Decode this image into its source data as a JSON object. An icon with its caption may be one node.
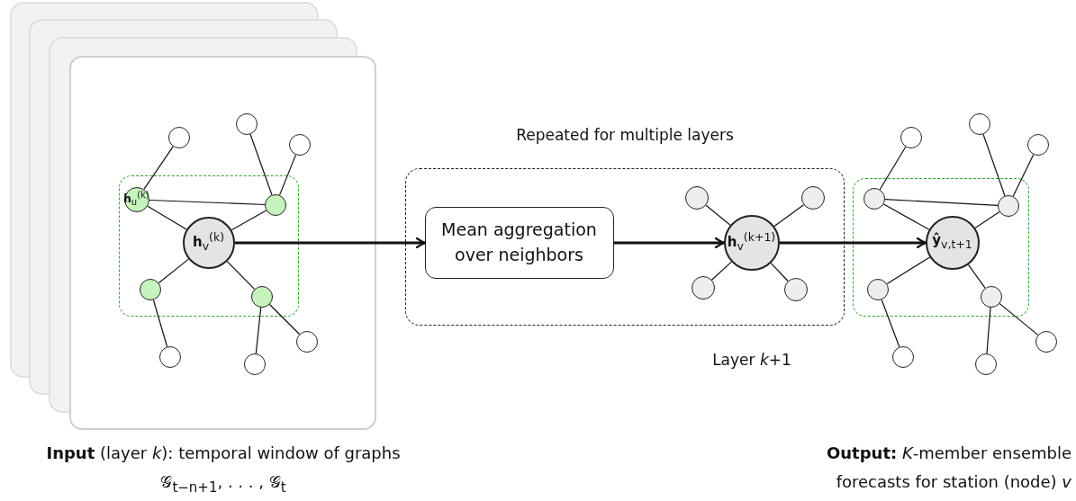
{
  "diagram": {
    "nodes": [
      {
        "text": [],
        "shape": "box",
        "beside": [
          "**Input** (layer *k*): temporal window of graphs 𝒢$_{t−n+1}$, . . . , 𝒢$_{t}$"
        ]
      },
      {
        "text": [],
        "shape": "box",
        "in": 0
      },
      {
        "text": [],
        "shape": "circle",
        "in": 0
      },
      {
        "text": [],
        "shape": "circle",
        "in": 0
      },
      {
        "text": [],
        "shape": "circle",
        "in": 0
      },
      {
        "text": [
          "**h**$_{u}$$^{(k)}$"
        ],
        "in": 1
      },
      {
        "text": [],
        "shape": "circle",
        "in": 1
      },
      {
        "text": [
          "**h**$_{v}$$^{(k)}$"
        ],
        "in": 1
      },
      {
        "text": [],
        "shape": "circle",
        "in": 1
      },
      {
        "text": [],
        "shape": "circle",
        "in": 1
      },
      {
        "text": [],
        "shape": "circle",
        "in": 0
      },
      {
        "text": [],
        "shape": "circle",
        "in": 0
      },
      {
        "text": [],
        "shape": "circle",
        "in": 0
      },
      {
        "text": [
          "Repeated for multiple layers"
        ],
        "beside": [
          "Layer *k*+1"
        ]
      },
      {
        "text": [
          "Mean aggregation over neighbors"
        ],
        "in": 13
      },
      {
        "text": [],
        "shape": "circle",
        "in": 13
      },
      {
        "text": [],
        "shape": "circle",
        "in": 13
      },
      {
        "text": [
          "**h**$_{v}$$^{(k+1)}$"
        ],
        "in": 13
      },
      {
        "text": [],
        "shape": "circle",
        "in": 13
      },
      {
        "text": [],
        "shape": "circle",
        "in": 13
      },
      {
        "text": [],
        "shape": "box"
      },
      {
        "text": [],
        "shape": "circle"
      },
      {
        "text": [],
        "shape": "circle"
      },
      {
        "text": [],
        "shape": "circle"
      },
      {
        "text": [],
        "shape": "circle",
        "in": 20
      },
      {
        "text": [],
        "shape": "circle",
        "in": 20
      },
      {
        "text": [
          "**ŷ**$_{v,t+1}$"
        ],
        "in": 20
      },
      {
        "text": [],
        "shape": "circle",
        "in": 20
      },
      {
        "text": [],
        "shape": "circle",
        "in": 20
      },
      {
        "text": [],
        "shape": "circle"
      },
      {
        "text": [],
        "shape": "circle"
      },
      {
        "text": [],
        "shape": "circle"
      }
    ],
    "edges": [
      {
        "from": 7,
        "to": 5,
        "arrow": "none"
      },
      {
        "from": 7,
        "to": 6,
        "arrow": "none"
      },
      {
        "from": 7,
        "to": 8,
        "arrow": "none"
      },
      {
        "from": 7,
        "to": 9,
        "arrow": "none"
      },
      {
        "from": 5,
        "to": 6,
        "arrow": "none"
      },
      {
        "from": 5,
        "to": 2,
        "arrow": "none"
      },
      {
        "from": 6,
        "to": 3,
        "arrow": "none"
      },
      {
        "from": 6,
        "to": 4,
        "arrow": "none"
      },
      {
        "from": 8,
        "to": 10,
        "arrow": "none"
      },
      {
        "from": 9,
        "to": 11,
        "arrow": "none"
      },
      {
        "from": 9,
        "to": 12,
        "arrow": "none"
      },
      {
        "from": 7,
        "to": 14,
        "arrow": "to",
        "style": "thick"
      },
      {
        "from": 14,
        "to": 17,
        "arrow": "to",
        "style": "thick"
      },
      {
        "from": 17,
        "to": 15,
        "arrow": "none"
      },
      {
        "from": 17,
        "to": 16,
        "arrow": "none"
      },
      {
        "from": 17,
        "to": 18,
        "arrow": "none"
      },
      {
        "from": 17,
        "to": 19,
        "arrow": "none"
      },
      {
        "from": 17,
        "to": 26,
        "arrow": "to",
        "style": "thick"
      },
      {
        "from": 26,
        "to": 24,
        "arrow": "none"
      },
      {
        "from": 26,
        "to": 25,
        "arrow": "none"
      },
      {
        "from": 26,
        "to": 27,
        "arrow": "none"
      },
      {
        "from": 26,
        "to": 28,
        "arrow": "none"
      },
      {
        "from": 24,
        "to": 25,
        "arrow": "none"
      },
      {
        "from": 24,
        "to": 21,
        "arrow": "none"
      },
      {
        "from": 25,
        "to": 22,
        "arrow": "none"
      },
      {
        "from": 25,
        "to": 23,
        "arrow": "none"
      },
      {
        "from": 27,
        "to": 29,
        "arrow": "none"
      },
      {
        "from": 28,
        "to": 30,
        "arrow": "none"
      },
      {
        "from": 28,
        "to": 31,
        "arrow": "none"
      }
    ],
    "labels": [
      "**Output:** *K*-member ensemble forecasts for station (node) *v*"
    ]
  }
}
